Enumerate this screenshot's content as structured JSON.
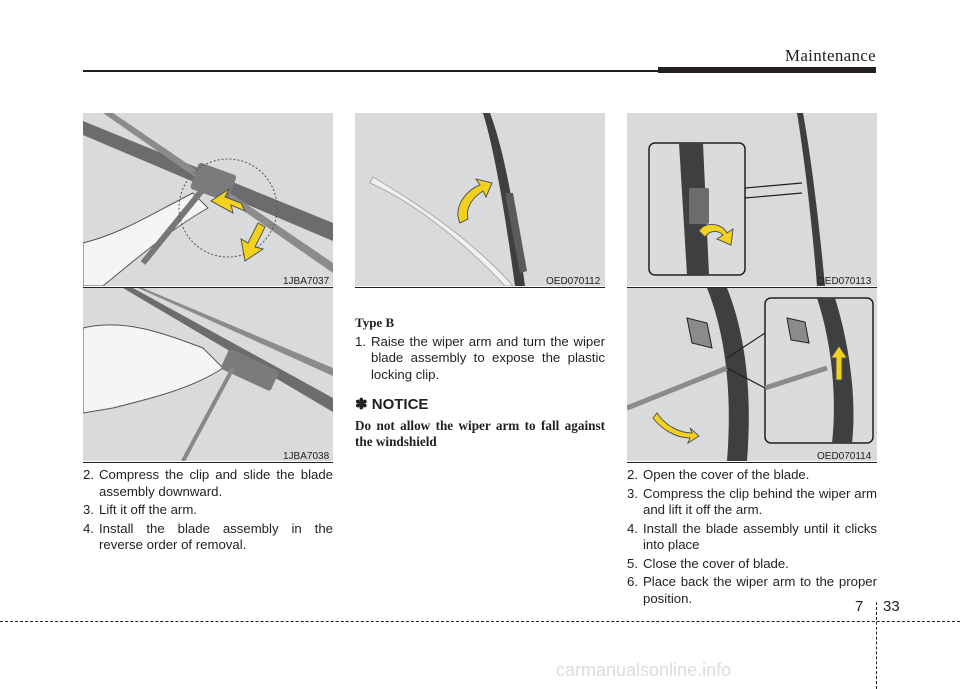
{
  "header": {
    "section": "Maintenance"
  },
  "figures": {
    "fig1": {
      "code": "1JBA7037"
    },
    "fig2": {
      "code": "1JBA7038"
    },
    "fig3": {
      "code": "OED070112"
    },
    "fig4": {
      "code": "OED070113"
    },
    "fig5": {
      "code": "OED070114"
    }
  },
  "left_steps": [
    {
      "num": "2.",
      "text": "Compress the clip and slide the blade assembly downward."
    },
    {
      "num": "3.",
      "text": "Lift it off the arm."
    },
    {
      "num": "4.",
      "text": "Install the blade assembly in the reverse order of removal."
    }
  ],
  "middle": {
    "type_label": "Type B",
    "steps": [
      {
        "num": "1.",
        "text": "Raise the wiper arm and turn the wiper blade assembly to expose the plastic locking clip."
      }
    ],
    "notice_title": "✽ NOTICE",
    "notice_text": "Do not allow the wiper arm to fall against the windshield"
  },
  "right_steps": [
    {
      "num": "2.",
      "text": "Open the cover of the blade."
    },
    {
      "num": "3.",
      "text": "Compress the clip behind the wiper arm and lift it off the arm."
    },
    {
      "num": "4.",
      "text": "Install the blade assembly until it clicks into place"
    },
    {
      "num": "5.",
      "text": "Close the cover of blade."
    },
    {
      "num": "6.",
      "text": "Place back the wiper arm to the proper position."
    }
  ],
  "footer": {
    "chapter": "7",
    "page": "33",
    "watermark": "carmanualsonline.info"
  },
  "colors": {
    "arrow": "#f2d21c",
    "panel": "#d9dadb",
    "ink": "#231f20"
  }
}
